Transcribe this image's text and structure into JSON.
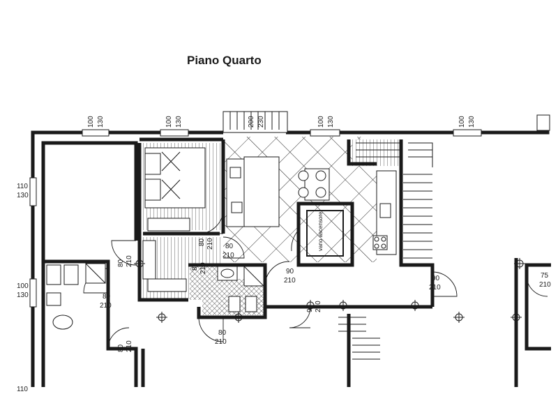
{
  "plan": {
    "title": "Piano Quarto",
    "elevator_label": "vano ascensore",
    "window_dims": [
      {
        "w": "100",
        "h": "130"
      },
      {
        "w": "100",
        "h": "130"
      },
      {
        "w": "200",
        "h": "230"
      },
      {
        "w": "100",
        "h": "130"
      },
      {
        "w": "100",
        "h": "130"
      },
      {
        "w": "110",
        "h": "130"
      },
      {
        "w": "100",
        "h": "130"
      },
      {
        "w": "110",
        "h": ""
      }
    ],
    "door_dims": [
      {
        "w": "80",
        "h": "210"
      },
      {
        "w": "80",
        "h": "210"
      },
      {
        "w": "80",
        "h": "210"
      },
      {
        "w": "80",
        "h": "210"
      },
      {
        "w": "80",
        "h": "210"
      },
      {
        "w": "90",
        "h": "210"
      },
      {
        "w": "90",
        "h": "210"
      },
      {
        "w": "90",
        "h": "210"
      },
      {
        "w": "80",
        "h": "210"
      },
      {
        "w": "80",
        "h": "210"
      },
      {
        "w": "75",
        "h": "210"
      }
    ]
  }
}
